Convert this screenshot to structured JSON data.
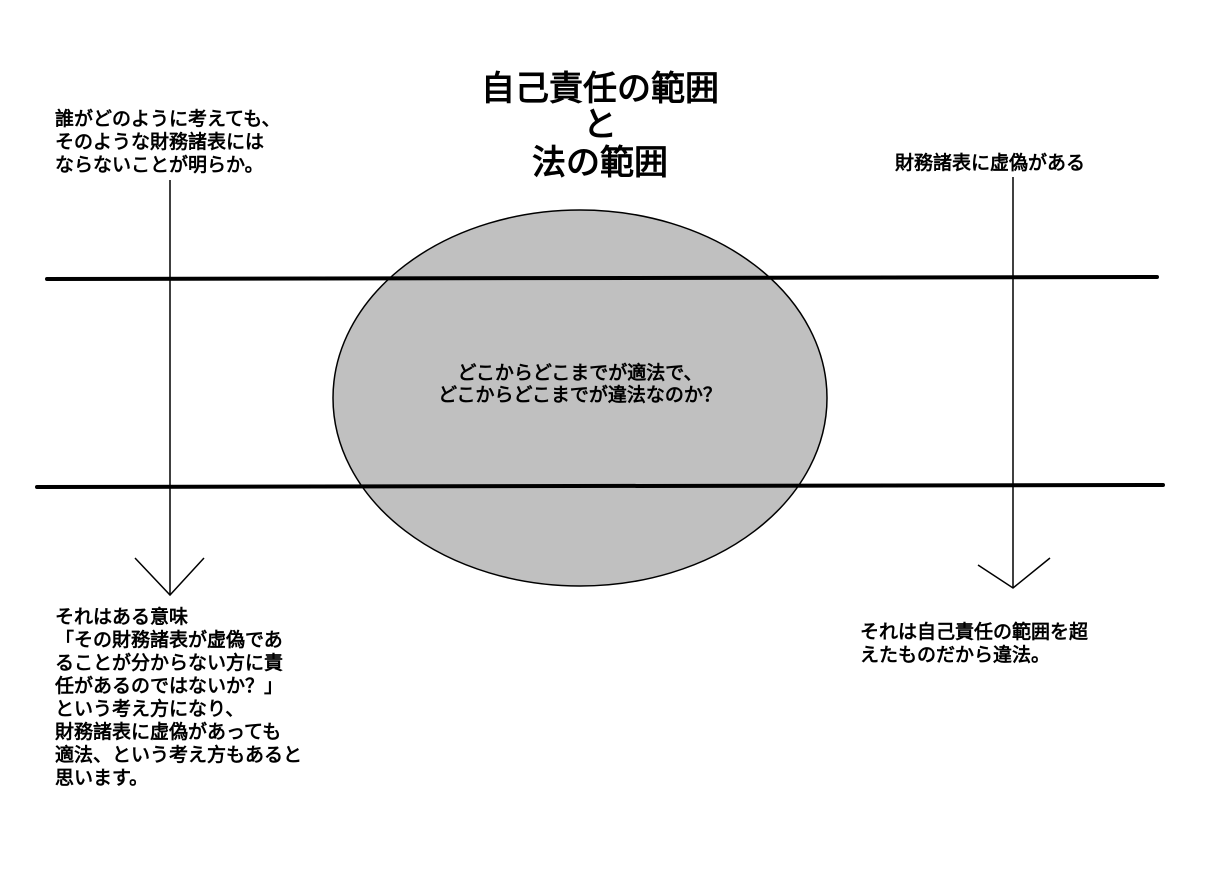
{
  "title": {
    "line1": "自己責任の範囲",
    "line2": "と",
    "line3": "法の範囲"
  },
  "notes": {
    "top_left": [
      "誰がどのように考えても、",
      "そのような財務諸表には",
      "ならないことが明らか。"
    ],
    "top_right": [
      "財務諸表に虚偽がある"
    ],
    "center": [
      "どこからどこまでが適法で、",
      "どこからどこまでが違法なのか？"
    ],
    "bottom_left": [
      "それはある意味",
      "「その財務諸表が虚偽であ",
      "ることが分からない方に責",
      "任があるのではないか？」",
      "という考え方になり、",
      "財務諸表に虚偽があっても",
      "適法、という考え方もあると",
      "思います。"
    ],
    "bottom_right": [
      "それは自己責任の範囲を超",
      "えたものだから違法。"
    ]
  },
  "colors": {
    "ellipse_fill": "#c0c0c0",
    "stroke": "#000000",
    "background": "#ffffff"
  }
}
